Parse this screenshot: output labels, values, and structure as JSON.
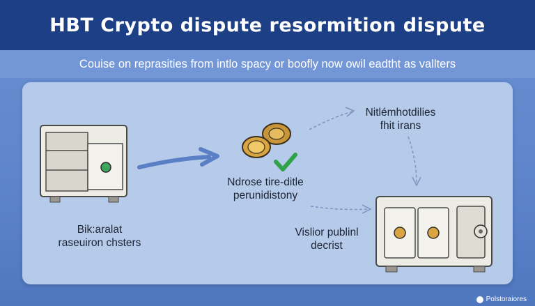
{
  "header": {
    "title": "HBT Crypto dispute resormition dispute",
    "subtitle": "Couise on reprasities from intlo spacy or boofly now owil eadtht as vallters"
  },
  "diagram": {
    "left_label": [
      "Bik:aralat",
      "raseuiron chsters"
    ],
    "middle_label": [
      "Ndrose tire-ditle",
      "perunidistony"
    ],
    "top_right_label": [
      "Nitlémhotdilies",
      "fhit irans"
    ],
    "bottom_label": [
      "Vislior publinl",
      "decrist"
    ]
  },
  "footer": {
    "credit": "Polstoraiores"
  },
  "colors": {
    "title_bar": "#1d3f86",
    "background": "#5f86cc",
    "panel": "#b6caea",
    "check": "#2fa24a",
    "coin": "#d9a441"
  },
  "icons": [
    "small-safe-icon",
    "crypto-coins-icon",
    "checkmark-icon",
    "large-vault-icon",
    "arrow-icon"
  ]
}
